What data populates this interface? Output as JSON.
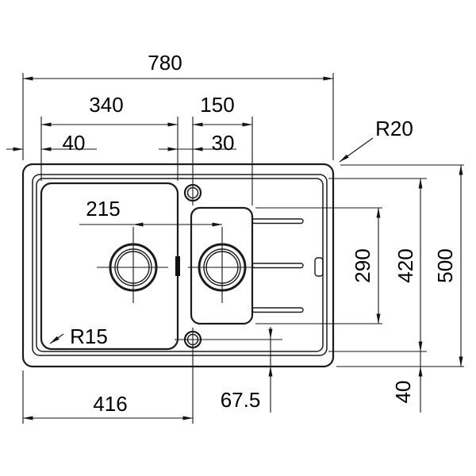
{
  "drawing": {
    "units": "mm",
    "dimensions": {
      "overall_width": "780",
      "main_bowl_width": "340",
      "small_bowl_width": "150",
      "edge_to_bowl": "40",
      "bowl_divider": "30",
      "outer_corner_radius": "R20",
      "bowl_corner_radius": "R15",
      "drain_centers_distance": "215",
      "small_bowl_length": "290",
      "inner_rim_length": "420",
      "overall_depth": "500",
      "rim_to_edge": "40",
      "tap_hole_from_left": "416",
      "tap_hole_from_front": "67.5"
    }
  }
}
